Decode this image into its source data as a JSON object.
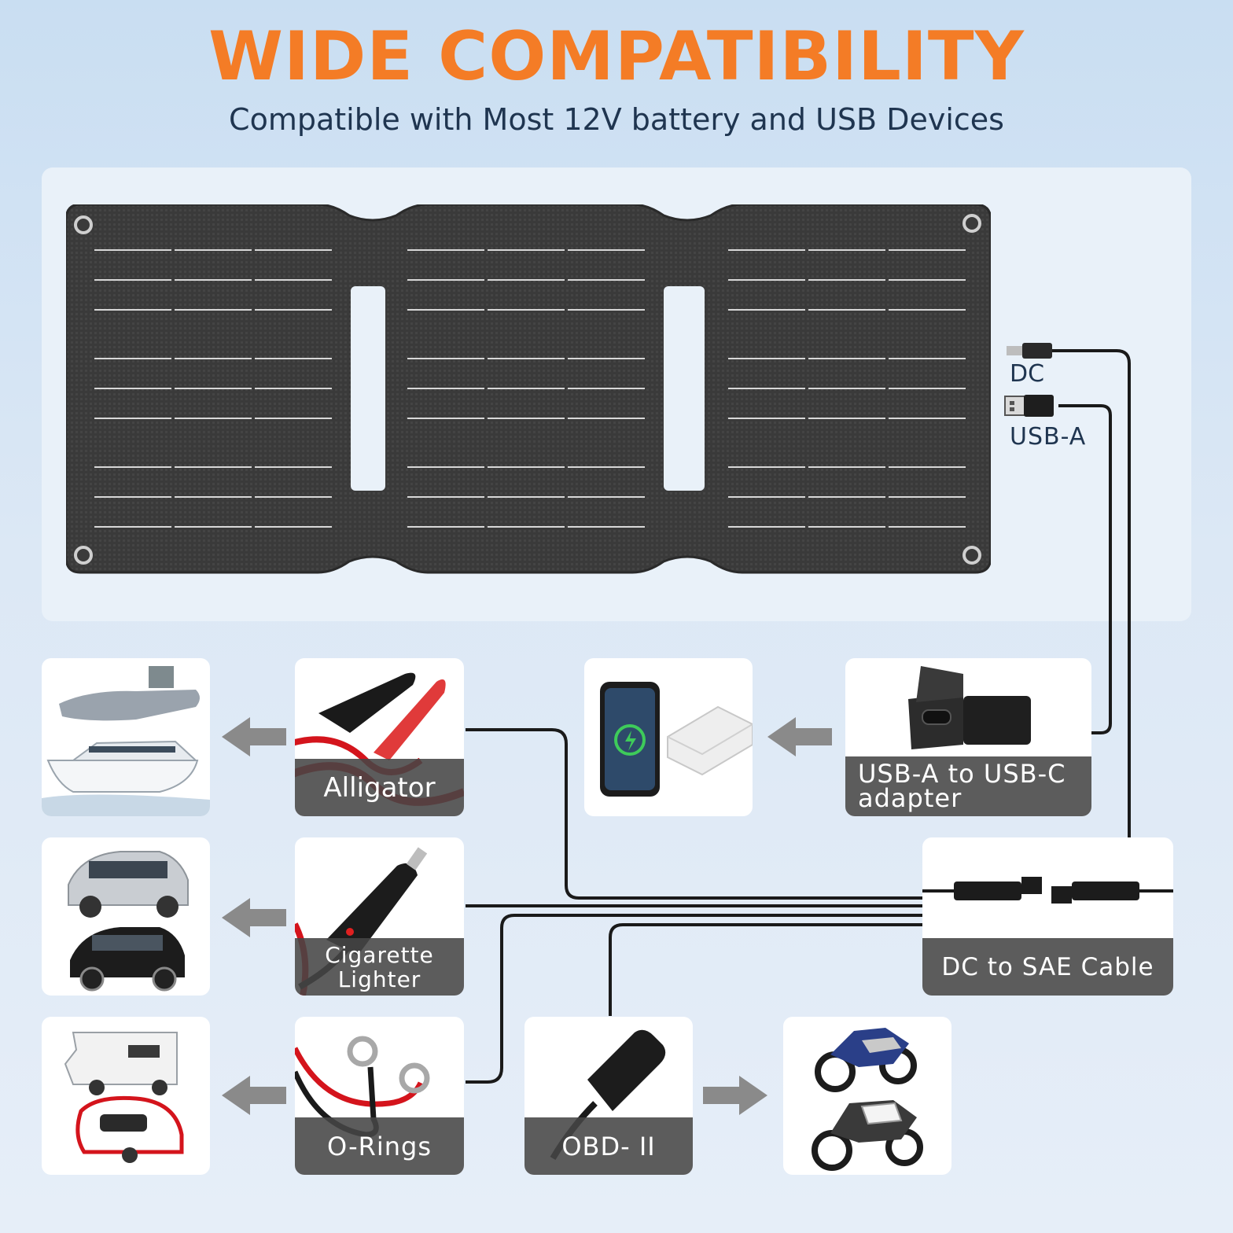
{
  "header": {
    "title": "WIDE COMPATIBILITY",
    "subtitle": "Compatible with Most 12V battery and USB Devices"
  },
  "ports": {
    "dc_label": "DC",
    "usb_label": "USB-A"
  },
  "accessories": {
    "alligator": "Alligator",
    "cigarette_lighter_line1": "Cigarette",
    "cigarette_lighter_line2": "Lighter",
    "o_rings": "O-Rings",
    "obd": "OBD- II",
    "usb_adapter_line1": "USB-A to USB-C",
    "usb_adapter_line2": "adapter",
    "dc_sae": "DC to SAE Cable"
  },
  "colors": {
    "title": "#f47c26",
    "subtitle": "#1f3550",
    "panel": "#3c3c3c",
    "arrow": "#8a8a8a",
    "wire": "#1a1a1a",
    "cable_red": "#d4141c"
  },
  "icons": {
    "boat": "boat-yacht-icon",
    "car": "car-icon",
    "rv": "rv-trailer-icon",
    "phone": "phone-powerbank-icon",
    "motorcycle": "motorcycle-icon"
  }
}
